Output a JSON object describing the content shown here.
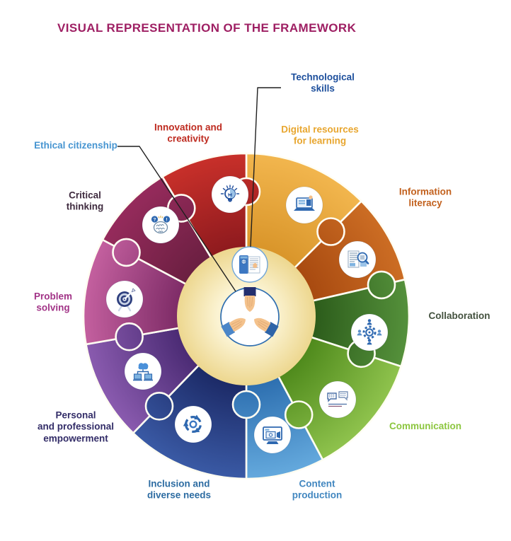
{
  "title": {
    "text": "VISUAL REPRESENTATION OF THE FRAMEWORK",
    "color": "#9E1F63"
  },
  "callouts": {
    "technological_skills": {
      "label": "Technological\nskills",
      "color": "#1D4F9C",
      "points_to": "digital-device-icon"
    },
    "ethical_citizenship": {
      "label": "Ethical citizenship",
      "color": "#4795D1",
      "points_to": "hands-together-icon"
    }
  },
  "center": {
    "icons": [
      "digital-device-icon",
      "hands-together-icon"
    ],
    "circle_color_inner": "#FBF3D2",
    "circle_color_outer": "#EDD78F"
  },
  "segments": [
    {
      "name": "digital-resources-for-learning",
      "label": "Digital resources\nfor learning",
      "label_color": "#E8A62F",
      "color_inner": "#D9952A",
      "color_outer": "#F2B64E",
      "icon": "laptop-learning-icon"
    },
    {
      "name": "information-literacy",
      "label": "Information\nliteracy",
      "label_color": "#C2611E",
      "color_inner": "#A84A10",
      "color_outer": "#CC6D24",
      "icon": "news-magnifier-icon"
    },
    {
      "name": "collaboration",
      "label": "Collaboration",
      "label_color": "#44523F",
      "color_inner": "#2C5C1B",
      "color_outer": "#55913B",
      "icon": "team-gear-icon"
    },
    {
      "name": "communication",
      "label": "Communication",
      "label_color": "#8CC63F",
      "color_inner": "#4F8A1C",
      "color_outer": "#8FC34D",
      "icon": "chat-bubbles-icon"
    },
    {
      "name": "content-production",
      "label": "Content\nproduction",
      "label_color": "#4287C0",
      "color_inner": "#2D6FB0",
      "color_outer": "#64A9DD",
      "icon": "media-monitor-icon"
    },
    {
      "name": "inclusion-and-diverse-needs",
      "label": "Inclusion and\ndiverse needs",
      "label_color": "#2D6CA2",
      "color_inner": "#1C2A67",
      "color_outer": "#3A5AA5",
      "icon": "cycle-arrows-icon"
    },
    {
      "name": "personal-and-professional-empowerment",
      "label": "Personal\nand professional\nempowerment",
      "label_color": "#332D68",
      "color_inner": "#4B2B74",
      "color_outer": "#8A5BAF",
      "icon": "cloud-network-icon"
    },
    {
      "name": "problem-solving",
      "label": "Problem\nsolving",
      "label_color": "#A23487",
      "color_inner": "#7E2C67",
      "color_outer": "#C4609F",
      "icon": "dartboard-icon"
    },
    {
      "name": "critical-thinking",
      "label": "Critical\nthinking",
      "label_color": "#3F2B3F",
      "color_inner": "#6B1F41",
      "color_outer": "#962B5C",
      "icon": "brain-icon"
    },
    {
      "name": "innovation-and-creativity",
      "label": "Innovation and\ncreativity",
      "label_color": "#BE2B20",
      "color_inner": "#8E1A1E",
      "color_outer": "#C8302A",
      "icon": "lightbulb-icon"
    }
  ]
}
